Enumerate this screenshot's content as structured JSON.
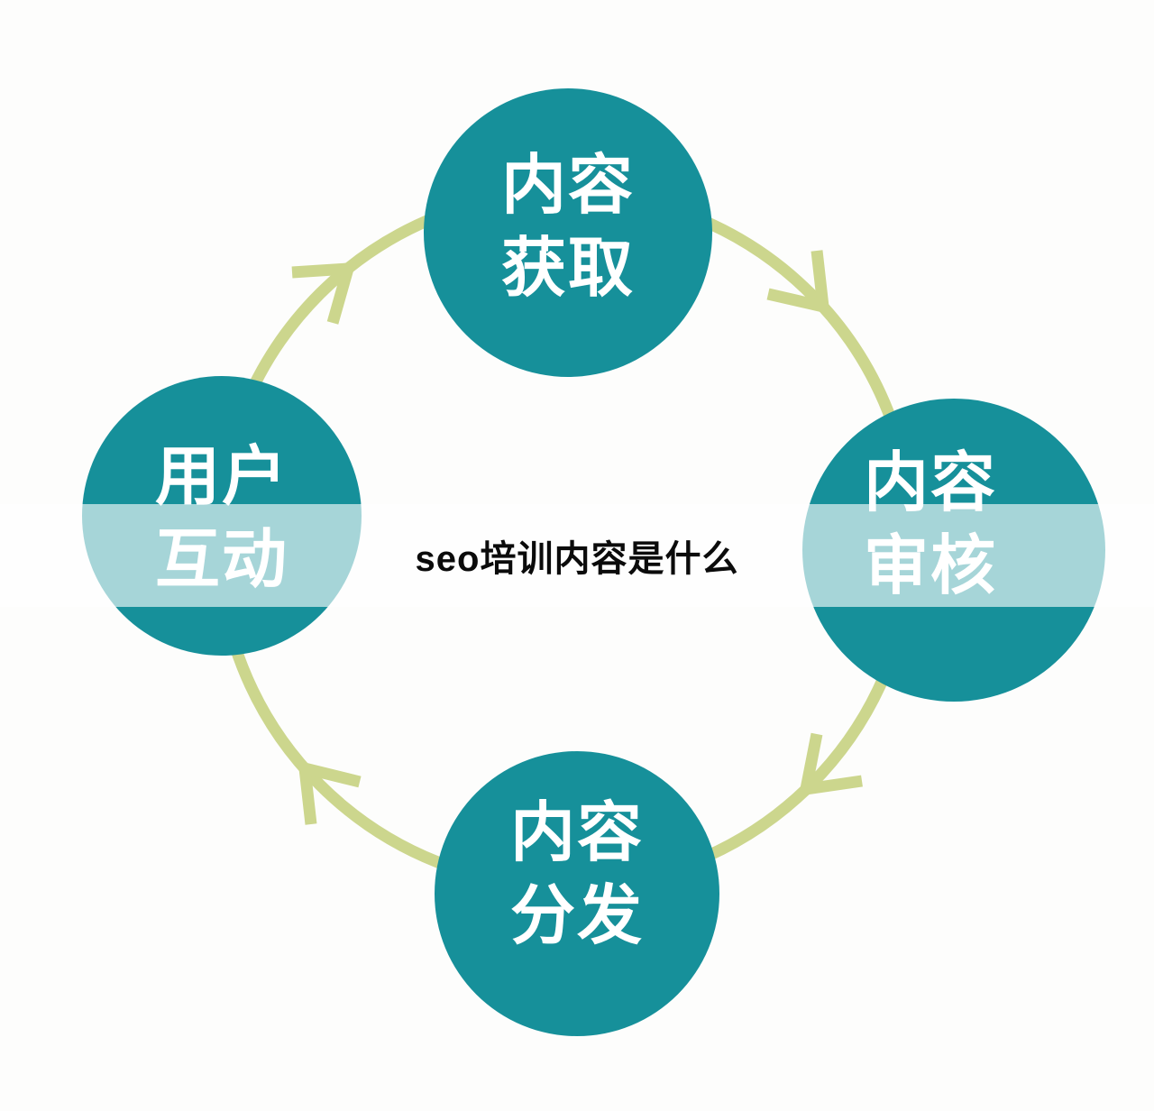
{
  "banner": {
    "title": "seo培训内容是什么"
  },
  "cycle": {
    "type": "circular-flow-diagram",
    "direction": "clockwise",
    "nodes": [
      {
        "position": "top",
        "line1": "内容",
        "line2": "获取"
      },
      {
        "position": "right",
        "line1": "内容",
        "line2": "审核"
      },
      {
        "position": "bottom",
        "line1": "内容",
        "line2": "分发"
      },
      {
        "position": "left",
        "line1": "用户",
        "line2": "互动"
      }
    ]
  },
  "theme": {
    "bg": "#fdfdfc",
    "node": "#16909a",
    "node_text": "#ffffff",
    "arrow": "#ccd68d",
    "banner": "rgba(255,255,255,0.62)",
    "title": "#0b0b0b"
  }
}
